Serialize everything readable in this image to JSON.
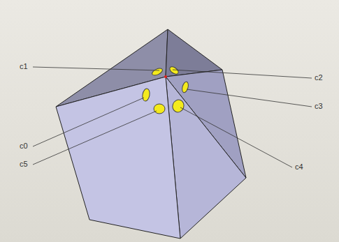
{
  "diagram": {
    "labels": [
      "c1",
      "c2",
      "c3",
      "c0",
      "c4",
      "c5"
    ]
  }
}
